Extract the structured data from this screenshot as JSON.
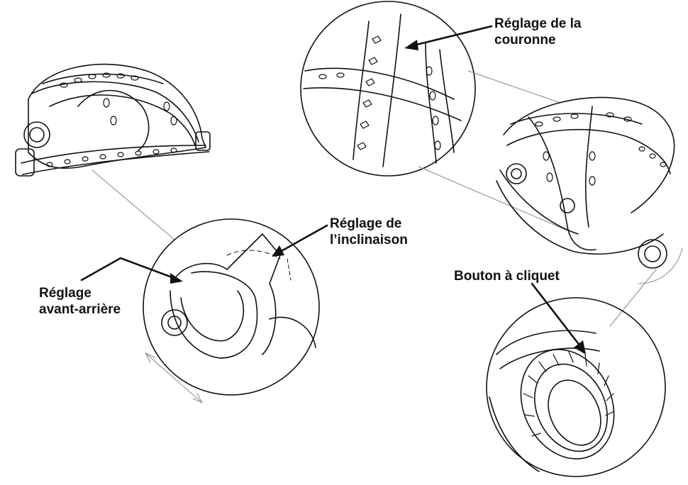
{
  "labels": {
    "crown_adjustment": {
      "line1": "Réglage de la",
      "line2": "couronne"
    },
    "tilt_adjustment": {
      "line1": "Réglage de",
      "line2": "l’inclinaison"
    },
    "fore_aft_adjustment": {
      "line1": "Réglage",
      "line2": "avant-arrière"
    },
    "ratchet_knob": {
      "line1": "Bouton à cliquet"
    }
  },
  "colors": {
    "line": "#111111",
    "thin_line": "#888888",
    "background": "#ffffff"
  }
}
